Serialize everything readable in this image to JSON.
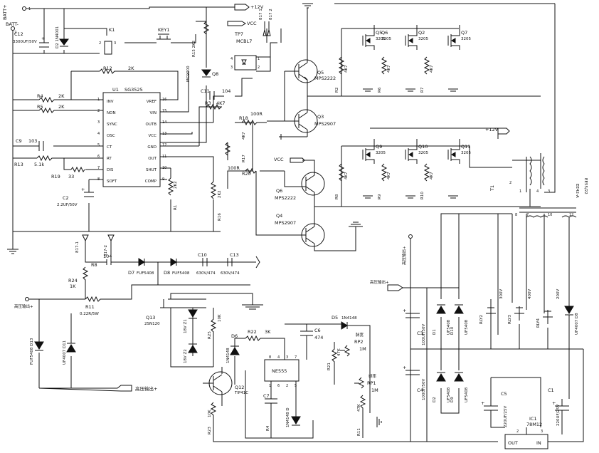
{
  "nets": {
    "batt_pos": "BATT+",
    "batt_neg": "BATT-",
    "plus12v_top": "+12V",
    "plus12v_mid": "+12V",
    "vcc_top": "VCC",
    "vcc_mid": "VCC",
    "b17_1_top": "817 1",
    "b17_2_top": "817 2",
    "b17_1_left": "817-1",
    "b17_2_left": "817-2",
    "hv_out_left": "高压输出+",
    "hv_in_left": "高压输出+",
    "hv_out_bottom": "高压输出+",
    "hv_out_mid": "高压输出+",
    "hv_top_right": "高压输出+"
  },
  "components": {
    "c12": "C12",
    "c12_val": "3300UF/50V",
    "d2": "D2 1N4001",
    "k1": "K1",
    "key1": "KEY1",
    "r15": "R15 2K2",
    "tp7": "TP7",
    "mcbl7": "MCBL7",
    "q8": "Q8",
    "mc9000": "MC9000",
    "r12": "R12",
    "r12_val": "2K",
    "u1": "U1",
    "u1_part": "SG3525",
    "r4": "R4",
    "r4_val": "2K",
    "r5": "R5",
    "r5_val": "2K",
    "c9": "C9",
    "c9_val": "103",
    "r13": "R13",
    "r13_val": "5.1k",
    "r19": "R19",
    "r19_val": "33",
    "c2": "C2",
    "c2_val": "2.2UF/50V",
    "c11": "C11",
    "c11_val": "104",
    "r3": "R3",
    "r3_val": "4K7",
    "r18": "R18",
    "r18_val": "100R",
    "r17": "R17",
    "r17_val": "4K7",
    "r20": "R20",
    "r20_val": "100R",
    "r1": "R1",
    "r1_val": "2K2",
    "r16": "R16",
    "r16_val": "2K2",
    "q5": "Q5",
    "q5_part": "MPS2222",
    "q3": "Q3",
    "q3_part": "MPS2907",
    "q6": "Q6",
    "q4": "Q4",
    "q4_part": "MPS2907",
    "q6b": "Q6",
    "q6b_part": "MPS2222",
    "r2": "R2",
    "r2_val": "4K7",
    "r6": "R6",
    "r6_val": "4K7",
    "r7": "R7",
    "r7_val": "4K7",
    "r8": "R8",
    "r8_val": "4K7",
    "r9": "R9",
    "r9_val": "4K7",
    "r10": "R10",
    "r10_val": "4K7",
    "mos_q5": "Q5",
    "mos_q2": "Q2",
    "mos_q7": "Q7",
    "mos_q9": "Q9",
    "mos_q10": "Q10",
    "mos_q11": "Q11",
    "mos_part": "3205",
    "t1": "T1",
    "t1_core": "EE42-A",
    "t1_core2": "EE55/22",
    "r8b": "R8",
    "r8b_val": "104",
    "r24": "R24",
    "r24_val": "1K",
    "c10": "C10",
    "c10_val": "630V/474",
    "c13": "C13",
    "c13_val": "630V/474",
    "d7": "D7",
    "d7_part": "FUF5408",
    "d8": "D8",
    "d8_part": "FUF5408",
    "r11": "R11",
    "r11_val": "0.22R/5W",
    "d13": "FUF5408 D13",
    "d11": "UF4007 D11",
    "q13": "Q13",
    "q13_part": "2SN120",
    "z1": "18V Z1",
    "z2": "18V Z2",
    "r25": "R25",
    "r25_val": "10K",
    "r22": "R22",
    "r22_val": "3K",
    "d6": "D6",
    "d6_part": "1N4148",
    "d5": "D5",
    "d5_part": "1N4148",
    "c6": "C6",
    "c6_val": "474",
    "ne555": "NE555",
    "r21": "R21",
    "r21_val": "47K",
    "rp2": "RP2",
    "rp2_val": "1M",
    "rp2_note": "脉宽",
    "rp1": "RP1",
    "rp1_val": "1M",
    "rp1_note": "频率",
    "c7": "C7",
    "r4b": "R4",
    "d4b": "1N4148 D",
    "q12": "Q12",
    "q12_part": "TIP41C",
    "r23": "R23",
    "r23_val": "10K",
    "r11b": "R11",
    "r11b_val": "47K",
    "c3": "C3",
    "c3_val": "100UF/50V",
    "c4": "C4",
    "c4_val": "100UF/50V",
    "d1": "D1",
    "d2b": "D2",
    "d9": "D9",
    "d10": "D10",
    "uf5408": "UF5408",
    "rly2": "RLY2",
    "rly3": "RLY3",
    "rly4": "RLY4",
    "v300": "300V",
    "v400": "400V",
    "v200": "200V",
    "c5": "C5",
    "c5_val": "220UF/25V",
    "c1": "C1",
    "c1_val": "220UF/25V",
    "ic1": "IC1",
    "ic1_part": "78M12",
    "ic1_out": "OUT",
    "ic1_in": "IN",
    "d8r": "UF4007 D8"
  },
  "u1_pins": {
    "left": [
      "INV",
      "NON",
      "SYNC",
      "OSC",
      "CT",
      "RT",
      "DIS",
      "SOFT"
    ],
    "left_nums": [
      "1",
      "2",
      "3",
      "4",
      "5",
      "6",
      "7",
      "8"
    ],
    "right": [
      "VREF",
      "VIN",
      "OUTB",
      "VCC",
      "GND",
      "OUT",
      "SHUT",
      "COMP"
    ],
    "right_nums": [
      "16",
      "15",
      "14",
      "13",
      "12",
      "11",
      "10",
      "9"
    ]
  },
  "ne555_pins": {
    "top": [
      "8",
      "4",
      "3",
      "7"
    ],
    "bottom": [
      "1",
      "6",
      "2",
      "5"
    ]
  },
  "pin_nums": {
    "n1": "1",
    "n2": "2",
    "n3": "3",
    "n4": "4",
    "n5": "5",
    "n6": "6",
    "n7": "7",
    "n8": "8",
    "n9": "9",
    "n10": "10",
    "n11": "11",
    "n12": "12"
  }
}
